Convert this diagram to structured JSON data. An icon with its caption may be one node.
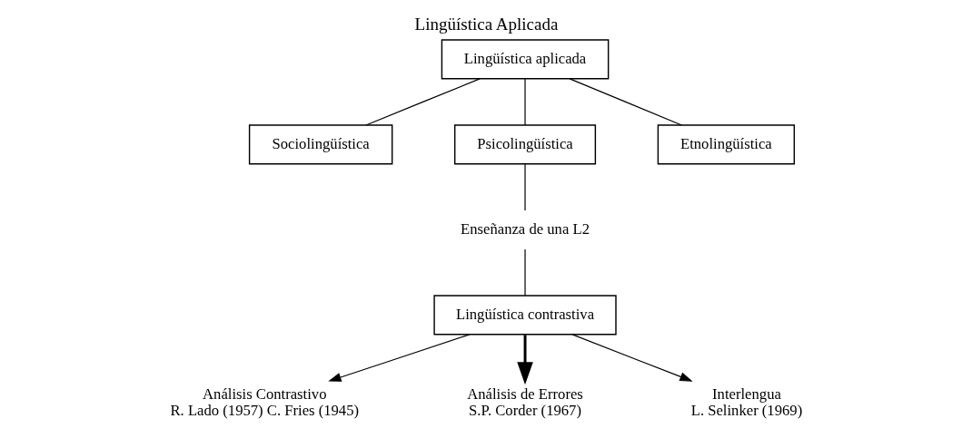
{
  "diagram": {
    "title": "Lingüística Aplicada",
    "nodes": [
      {
        "text": [
          "Lingüística aplicada"
        ]
      },
      {
        "text": [
          "Sociolingüística"
        ]
      },
      {
        "text": [
          "Psicolingüística"
        ]
      },
      {
        "text": [
          "Etnolingüística"
        ]
      },
      {
        "text": [
          "Enseñanza de una L2"
        ]
      },
      {
        "text": [
          "Lingüística contrastiva"
        ]
      },
      {
        "text": [
          "Análisis Contrastivo",
          "R. Lado (1957) C. Fries (1945)"
        ]
      },
      {
        "text": [
          "Análisis de Errores",
          "S.P. Corder (1967)"
        ]
      },
      {
        "text": [
          "Interlengua",
          "L. Selinker (1969)"
        ]
      }
    ],
    "edges": [
      {
        "from": 0,
        "to": 1,
        "arrow": "none"
      },
      {
        "from": 0,
        "to": 2,
        "arrow": "none"
      },
      {
        "from": 0,
        "to": 3,
        "arrow": "none"
      },
      {
        "from": 2,
        "to": 4,
        "arrow": "none"
      },
      {
        "from": 4,
        "to": 5,
        "arrow": "none"
      },
      {
        "from": 5,
        "to": 6,
        "arrow": "to"
      },
      {
        "from": 5,
        "to": 7,
        "arrow": "to",
        "style": "thick"
      },
      {
        "from": 5,
        "to": 8,
        "arrow": "to"
      }
    ]
  }
}
